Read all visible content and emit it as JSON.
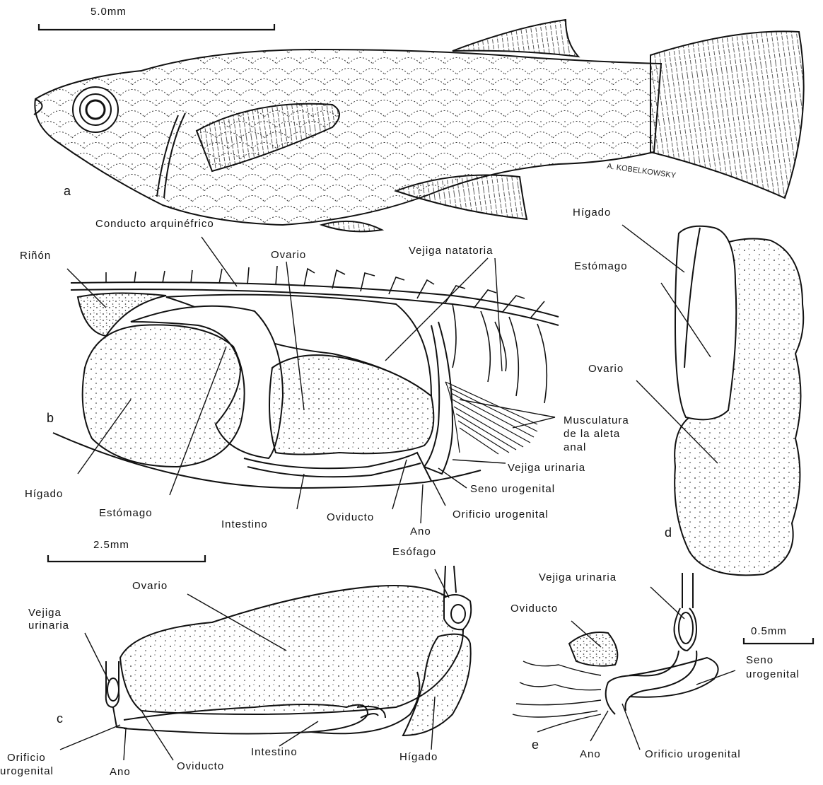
{
  "scales": {
    "a": "5.0mm",
    "b": "2.5mm",
    "e": "0.5mm"
  },
  "panels": {
    "a": "a",
    "b": "b",
    "c": "c",
    "d": "d",
    "e": "e"
  },
  "signature": "A. KOBELKOWSKY",
  "labels_b": {
    "conducto": "Conducto arquinéfrico",
    "rinon": "Riñón",
    "ovario": "Ovario",
    "vejiga_natatoria": "Vejiga natatoria",
    "musculatura_1": "Musculatura",
    "musculatura_2": "de la aleta",
    "musculatura_3": "anal",
    "vejiga_urinaria": "Vejiga urinaria",
    "seno": "Seno urogenital",
    "orificio": "Orificio urogenital",
    "ano": "Ano",
    "oviducto": "Oviducto",
    "intestino": "Intestino",
    "estomago": "Estómago",
    "higado": "Hígado"
  },
  "labels_c": {
    "esofago": "Esófago",
    "ovario": "Ovario",
    "vejiga_1": "Vejiga",
    "vejiga_2": "urinaria",
    "orificio_1": "Orificio",
    "orificio_2": "urogenital",
    "ano": "Ano",
    "oviducto": "Oviducto",
    "intestino": "Intestino",
    "higado": "Hígado"
  },
  "labels_d": {
    "higado": "Hígado",
    "estomago": "Estómago",
    "ovario": "Ovario"
  },
  "labels_e": {
    "vejiga_urinaria": "Vejiga urinaria",
    "oviducto": "Oviducto",
    "seno_1": "Seno",
    "seno_2": "urogenital",
    "ano": "Ano",
    "orificio": "Orificio urogenital"
  }
}
